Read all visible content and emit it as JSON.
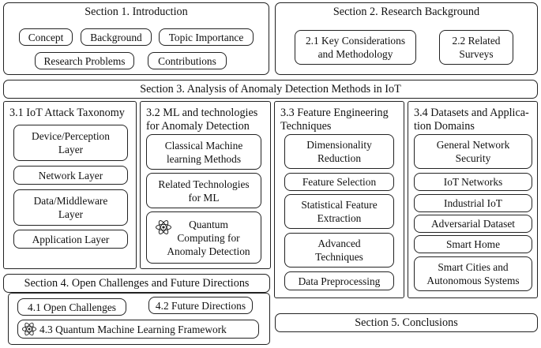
{
  "s1": {
    "title": "Section 1. Introduction",
    "items": [
      "Concept",
      "Background",
      "Topic Importance",
      "Research Problems",
      "Contributions"
    ]
  },
  "s2": {
    "title": "Section 2. Research Background",
    "items": [
      "2.1 Key Considerations\nand Methodology",
      "2.2 Related\nSurveys"
    ]
  },
  "s3": {
    "title": "Section 3. Analysis of Anomaly Detection Methods in IoT",
    "c1": {
      "title": "3.1 IoT Attack Taxonomy",
      "items": [
        "Device/Perception\nLayer",
        "Network Layer",
        "Data/Middleware\nLayer",
        "Application Layer"
      ]
    },
    "c2": {
      "title": "3.2 ML and technologies\nfor Anomaly Detection",
      "items": [
        "Classical Machine\nlearning Methods",
        "Related Technologies\nfor ML",
        "Quantum\nComputing for\nAnomaly Detection"
      ]
    },
    "c3": {
      "title": "3.3 Feature Engineering\nTechniques",
      "items": [
        "Dimensionality\nReduction",
        "Feature Selection",
        "Statistical Feature\nExtraction",
        "Advanced\nTechniques",
        "Data Preprocessing"
      ]
    },
    "c4": {
      "title": "3.4 Datasets and Applica-\ntion Domains",
      "items": [
        "General Network\nSecurity",
        "IoT Networks",
        "Industrial IoT",
        "Adversarial Dataset",
        "Smart Home",
        "Smart Cities and\nAutonomous Systems"
      ]
    }
  },
  "s4": {
    "title": "Section 4. Open Challenges and Future Directions",
    "items": [
      "4.1 Open Challenges",
      "4.2 Future Directions",
      "4.3 Quantum Machine Learning Framework"
    ]
  },
  "s5": {
    "title": "Section 5. Conclusions"
  },
  "icons": {
    "quantum": "atom-icon"
  }
}
